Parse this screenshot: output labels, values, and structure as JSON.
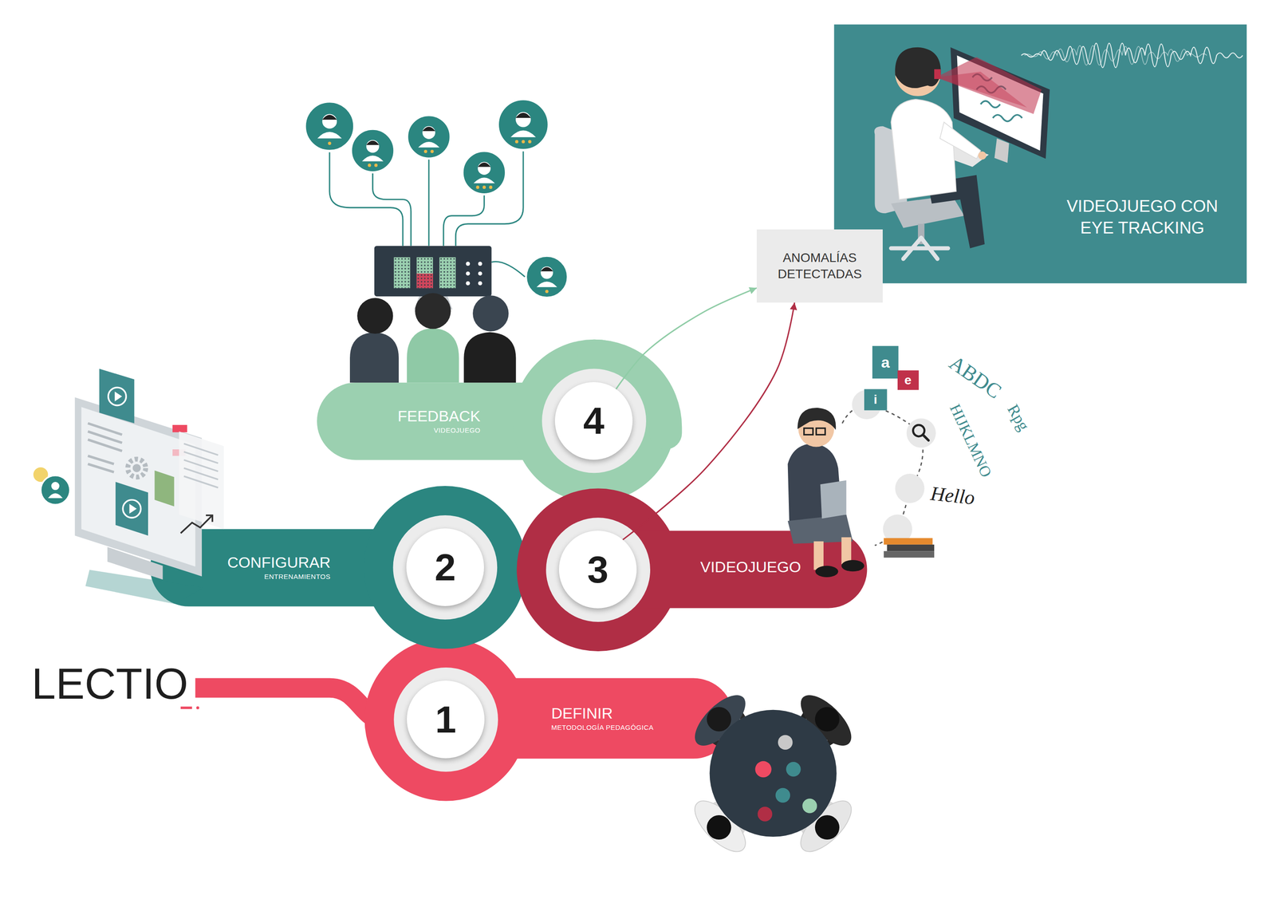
{
  "diagram": {
    "title": "LECTIO",
    "nodes": [
      {
        "text": [
          "FEEDBACK",
          "VIDEOJUEGO"
        ]
      },
      {
        "text": [
          "4"
        ]
      },
      {
        "text": [
          "ANOMALÍAS DETECTADAS"
        ]
      },
      {
        "text": [
          "VIDEOJUEGO CON EYE TRACKING"
        ]
      },
      {
        "text": [
          "CONFIGURAR",
          "ENTRENAMIENTOS"
        ]
      },
      {
        "text": [
          "2"
        ]
      },
      {
        "text": [
          "3"
        ]
      },
      {
        "text": [
          "VIDEOJUEGO"
        ]
      },
      {
        "text": [
          "DEFINIR",
          "METODOLOGÍA PEDAGÓGICA"
        ]
      },
      {
        "text": [
          "1"
        ]
      }
    ],
    "edges": [
      {
        "from": 1,
        "to": 2,
        "arrow": "to"
      },
      {
        "from": 6,
        "to": 2,
        "arrow": "to"
      }
    ],
    "labels": [
      "a",
      "e",
      "i",
      "ABDC",
      "Rpg",
      "HIJKLMNO",
      "Hello"
    ]
  }
}
